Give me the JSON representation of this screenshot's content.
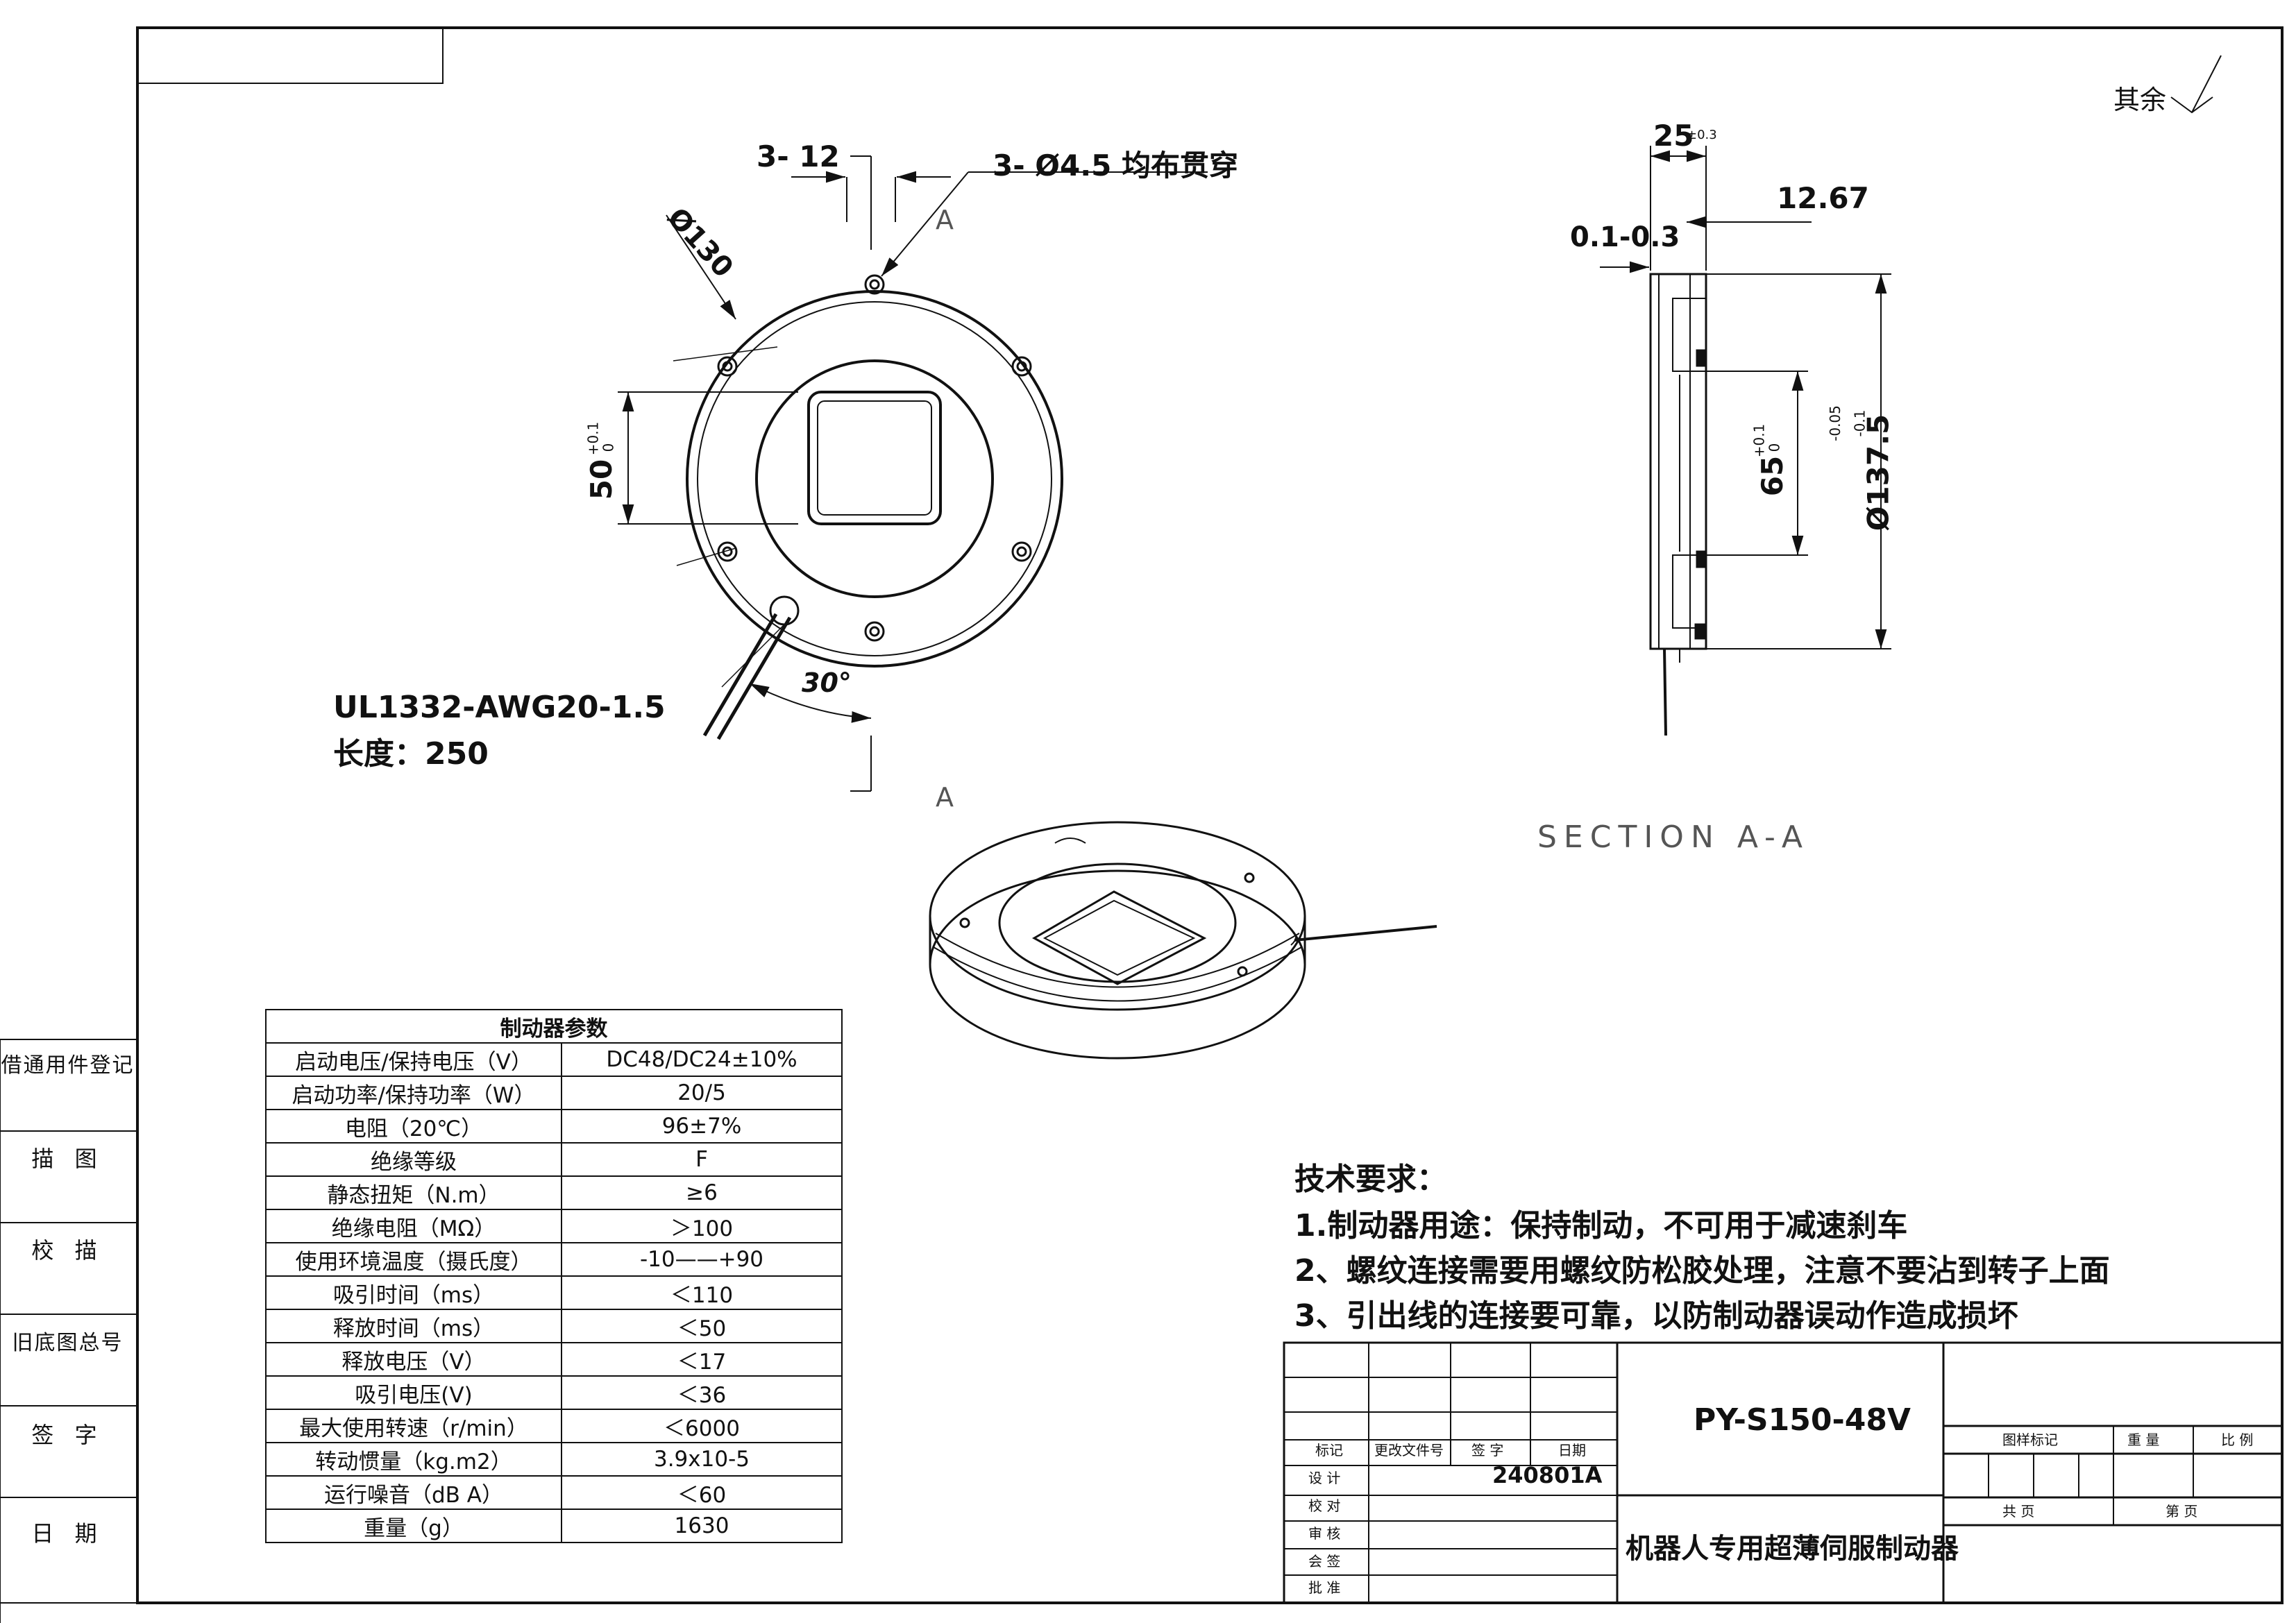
{
  "frame": {
    "roughness_mark": "其余"
  },
  "side_labels": [
    "借通用件登记",
    "描 图",
    "校 描",
    "旧底图总号",
    "签 字",
    "日 期"
  ],
  "front_view": {
    "holes_callout": "3- 12",
    "hole_spec": "3- Ø4.5 均布贯穿",
    "diameter": "Ø130",
    "square": "50",
    "square_tol": [
      "+0.1",
      "0"
    ],
    "angle": "30°",
    "cable": "UL1332-AWG20-1.5",
    "cable_length": "长度：250",
    "section_mark": "A"
  },
  "section_view": {
    "thickness": "25",
    "thickness_tol": "±0.3",
    "gap": "0.1-0.3",
    "depth": "12.67",
    "bore": "65",
    "bore_tol": [
      "+0.1",
      "0"
    ],
    "outer": "Ø137.5",
    "outer_tol": [
      "-0.05",
      "-0.1"
    ],
    "title": "SECTION A-A"
  },
  "params": {
    "title": "制动器参数",
    "rows": [
      [
        "启动电压/保持电压（V）",
        "DC48/DC24±10%"
      ],
      [
        "启动功率/保持功率（W）",
        "20/5"
      ],
      [
        "电阻（20℃）",
        "96±7%"
      ],
      [
        "绝缘等级",
        "F"
      ],
      [
        "静态扭矩（N.m）",
        "≥6"
      ],
      [
        "绝缘电阻（MΩ）",
        "＞100"
      ],
      [
        "使用环境温度（摄氏度）",
        "-10——+90"
      ],
      [
        "吸引时间（ms）",
        "＜110"
      ],
      [
        "释放时间（ms）",
        "＜50"
      ],
      [
        "释放电压（V）",
        "＜17"
      ],
      [
        "吸引电压(V)",
        "＜36"
      ],
      [
        "最大使用转速（r/min）",
        "＜6000"
      ],
      [
        "转动惯量（kg.m2）",
        "3.9x10-5"
      ],
      [
        "运行噪音（dB A）",
        "＜60"
      ],
      [
        "重量（g）",
        "1630"
      ]
    ]
  },
  "requirements": {
    "heading": "技术要求：",
    "items": [
      "1.制动器用途：保持制动，不可用于减速刹车",
      "2、螺纹连接需要用螺纹防松胶处理，注意不要沾到转子上面",
      "3、引出线的连接要可靠，以防制动器误动作造成损坏"
    ]
  },
  "title_block": {
    "model": "PY-S150-48V",
    "date_code": "240801A",
    "name": "机器人专用超薄伺服制动器",
    "labels": {
      "mark": "标记",
      "change_doc": "更改文件号",
      "signature": "签 字",
      "date": "日期",
      "design": "设 计",
      "check": "校 对",
      "review": "审 核",
      "countersign": "会 签",
      "approve": "批 准",
      "drawing_mark": "图样标记",
      "weight": "重 量",
      "scale": "比 例",
      "total": "共 页",
      "page": "第 页"
    }
  }
}
